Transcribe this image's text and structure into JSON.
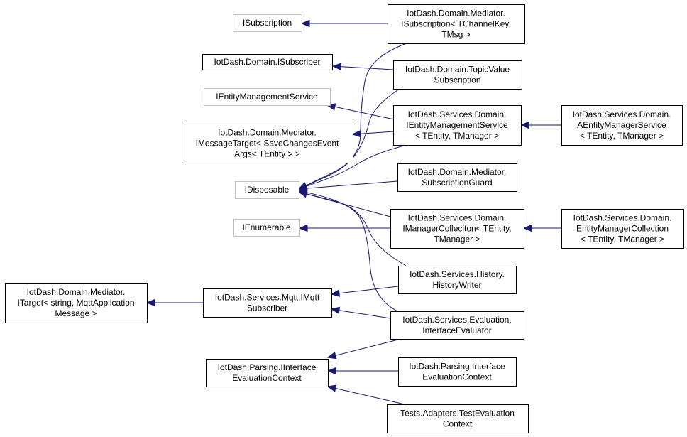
{
  "diagram": {
    "kind": "class inheritance graph",
    "colors": {
      "edge": "#191970",
      "border": "#000000",
      "external_border": "#bfbfbf",
      "background": "#ffffff"
    },
    "nodes": [
      {
        "id": "isubscription",
        "lines": [
          "ISubscription"
        ],
        "external": true
      },
      {
        "id": "isubscriber",
        "lines": [
          "IotDash.Domain.ISubscriber"
        ],
        "external": false
      },
      {
        "id": "ientitymanagementservice-ext",
        "lines": [
          "IEntityManagementService"
        ],
        "external": true
      },
      {
        "id": "imessagetarget",
        "lines": [
          "IotDash.Domain.Mediator.",
          "IMessageTarget< SaveChangesEvent",
          "Args< TEntity > >"
        ],
        "external": false
      },
      {
        "id": "idisposable",
        "lines": [
          "IDisposable"
        ],
        "external": true
      },
      {
        "id": "ienumerable",
        "lines": [
          "IEnumerable"
        ],
        "external": true
      },
      {
        "id": "itarget",
        "lines": [
          "IotDash.Domain.Mediator.",
          "ITarget< string, MqttApplication",
          "Message >"
        ],
        "external": false
      },
      {
        "id": "imqttsubscriber",
        "lines": [
          "IotDash.Services.Mqtt.IMqtt",
          "Subscriber"
        ],
        "external": false
      },
      {
        "id": "iinterfaceevaluationcontext",
        "lines": [
          "IotDash.Parsing.IInterface",
          "EvaluationContext"
        ],
        "external": false
      },
      {
        "id": "mediator-isubscription",
        "lines": [
          "IotDash.Domain.Mediator.",
          "ISubscription< TChannelKey,",
          "TMsg >"
        ],
        "external": false
      },
      {
        "id": "topicvaluesubscription",
        "lines": [
          "IotDash.Domain.TopicValue",
          "Subscription"
        ],
        "external": false
      },
      {
        "id": "ientitymanagementservice",
        "lines": [
          "IotDash.Services.Domain.",
          "IEntityManagementService",
          "< TEntity, TManager >"
        ],
        "external": false
      },
      {
        "id": "subscriptionguard",
        "lines": [
          "IotDash.Domain.Mediator.",
          "SubscriptionGuard"
        ],
        "external": false
      },
      {
        "id": "imanagercollection",
        "lines": [
          "IotDash.Services.Domain.",
          "IManagerColleciton< TEntity,",
          "TManager >"
        ],
        "external": false
      },
      {
        "id": "historywriter",
        "lines": [
          "IotDash.Services.History.",
          "HistoryWriter"
        ],
        "external": false
      },
      {
        "id": "interfaceevaluator",
        "lines": [
          "IotDash.Services.Evaluation.",
          "InterfaceEvaluator"
        ],
        "external": false
      },
      {
        "id": "interfaceevaluationcontext",
        "lines": [
          "IotDash.Parsing.Interface",
          "EvaluationContext"
        ],
        "external": false
      },
      {
        "id": "testevaluationcontext",
        "lines": [
          "Tests.Adapters.TestEvaluation",
          "Context"
        ],
        "external": false
      },
      {
        "id": "aentitymanagerservice",
        "lines": [
          "IotDash.Services.Domain.",
          "AEntityManagerService",
          "< TEntity, TManager >"
        ],
        "external": false
      },
      {
        "id": "entitymanagercollection",
        "lines": [
          "IotDash.Services.Domain.",
          "EntityManagerCollection",
          "< TEntity, TManager >"
        ],
        "external": false
      }
    ],
    "edges": [
      {
        "from": "mediator-isubscription",
        "to": "isubscription"
      },
      {
        "from": "topicvaluesubscription",
        "to": "isubscriber"
      },
      {
        "from": "ientitymanagementservice",
        "to": "ientitymanagementservice-ext"
      },
      {
        "from": "ientitymanagementservice",
        "to": "imessagetarget"
      },
      {
        "from": "aentitymanagerservice",
        "to": "ientitymanagementservice"
      },
      {
        "from": "mediator-isubscription",
        "to": "idisposable"
      },
      {
        "from": "topicvaluesubscription",
        "to": "idisposable"
      },
      {
        "from": "ientitymanagementservice",
        "to": "idisposable"
      },
      {
        "from": "subscriptionguard",
        "to": "idisposable"
      },
      {
        "from": "imanagercollection",
        "to": "idisposable"
      },
      {
        "from": "historywriter",
        "to": "idisposable"
      },
      {
        "from": "interfaceevaluator",
        "to": "idisposable"
      },
      {
        "from": "imanagercollection",
        "to": "ienumerable"
      },
      {
        "from": "entitymanagercollection",
        "to": "imanagercollection"
      },
      {
        "from": "imqttsubscriber",
        "to": "itarget"
      },
      {
        "from": "historywriter",
        "to": "imqttsubscriber"
      },
      {
        "from": "interfaceevaluator",
        "to": "imqttsubscriber"
      },
      {
        "from": "interfaceevaluator",
        "to": "iinterfaceevaluationcontext"
      },
      {
        "from": "interfaceevaluationcontext",
        "to": "iinterfaceevaluationcontext"
      },
      {
        "from": "testevaluationcontext",
        "to": "iinterfaceevaluationcontext"
      }
    ]
  }
}
